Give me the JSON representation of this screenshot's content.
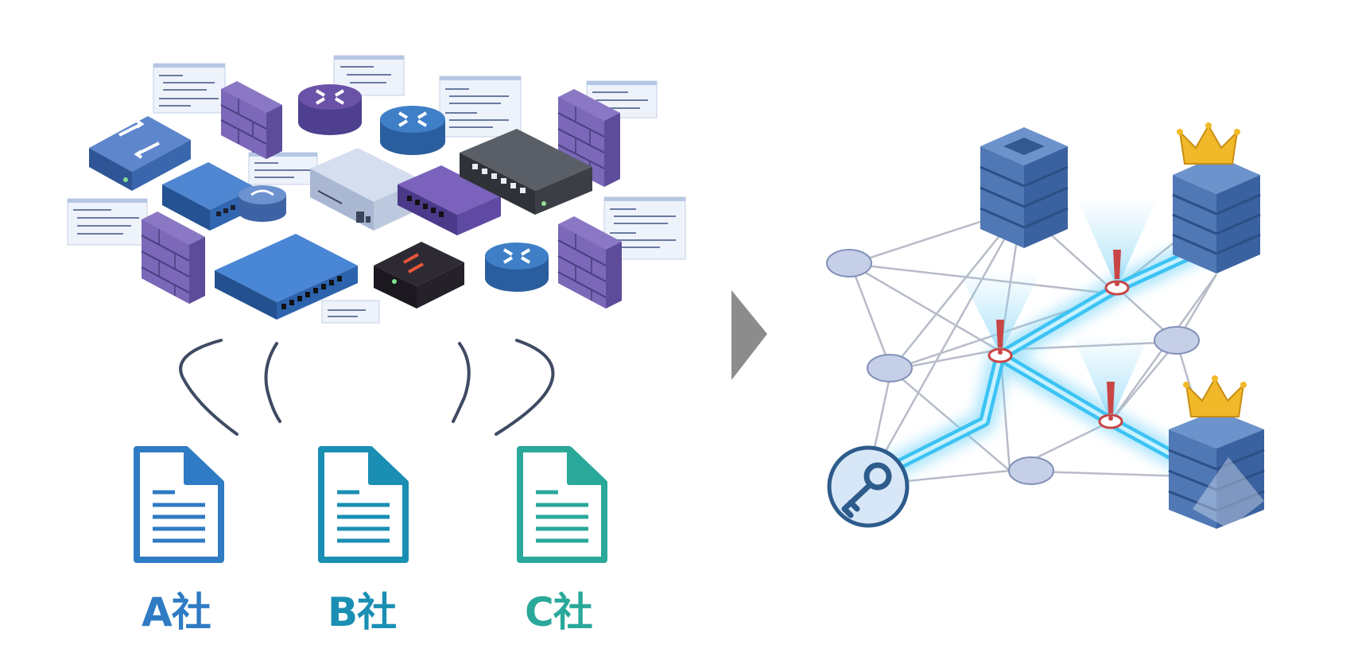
{
  "vendors": [
    {
      "label": "A社",
      "color": "#2f7bc4"
    },
    {
      "label": "B社",
      "color": "#1a8fb3"
    },
    {
      "label": "C社",
      "color": "#2aa89a"
    }
  ],
  "colors": {
    "device_blue": "#3f6fb6",
    "device_purple": "#6a52a8",
    "device_dark": "#3b3e45",
    "firewall_brick": "#7b68b8",
    "arrow_gray": "#8c8c8c",
    "link_gray": "#b7bcc8",
    "highlight_cyan": "#2bbcf0",
    "server_blue": "#5a84bf",
    "crown_gold": "#f1b92a",
    "alert_red": "#c84646"
  },
  "icons": [
    "switch-icon",
    "router-icon",
    "firewall-icon",
    "document-icon",
    "arrow-right-icon",
    "server-icon",
    "crown-icon",
    "alert-icon",
    "key-icon"
  ]
}
